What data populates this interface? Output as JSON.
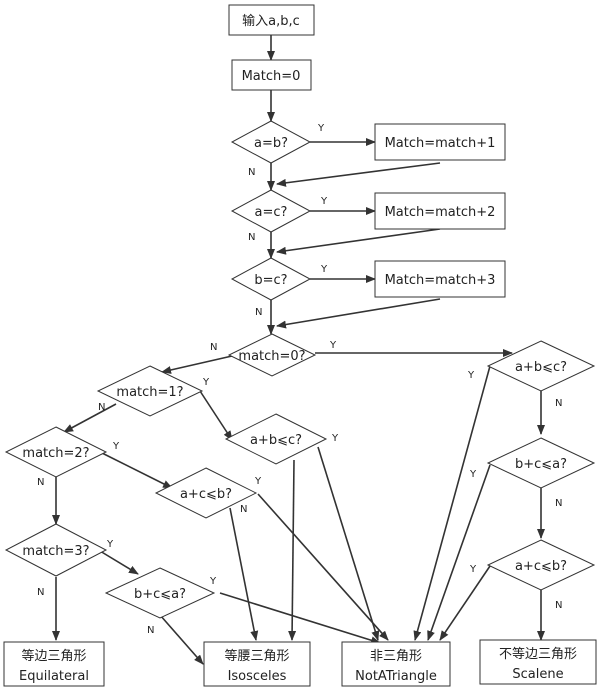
{
  "nodes": {
    "input": "输入a,b,c",
    "init": "Match=0",
    "d_ab": "a=b?",
    "p1": "Match=match+1",
    "d_ac": "a=c?",
    "p2": "Match=match+2",
    "d_bc": "b=c?",
    "p3": "Match=match+3",
    "d_m0": "match=0?",
    "d_m1": "match=1?",
    "d_m2": "match=2?",
    "d_m3": "match=3?",
    "d_apb": "a+b⩽c?",
    "d_apc": "a+c⩽b?",
    "d_bpc": "b+c⩽a?",
    "d_r1": "a+b⩽c?",
    "d_r2": "b+c⩽a?",
    "d_r3": "a+c⩽b?"
  },
  "terminals": {
    "equilateral": {
      "zh": "等边三角形",
      "en": "Equilateral"
    },
    "isosceles": {
      "zh": "等腰三角形",
      "en": "Isosceles"
    },
    "not_triangle": {
      "zh": "非三角形",
      "en": "NotATriangle"
    },
    "scalene": {
      "zh": "不等边三角形",
      "en": "Scalene"
    }
  },
  "labels": {
    "yes": "Y",
    "no": "N"
  }
}
